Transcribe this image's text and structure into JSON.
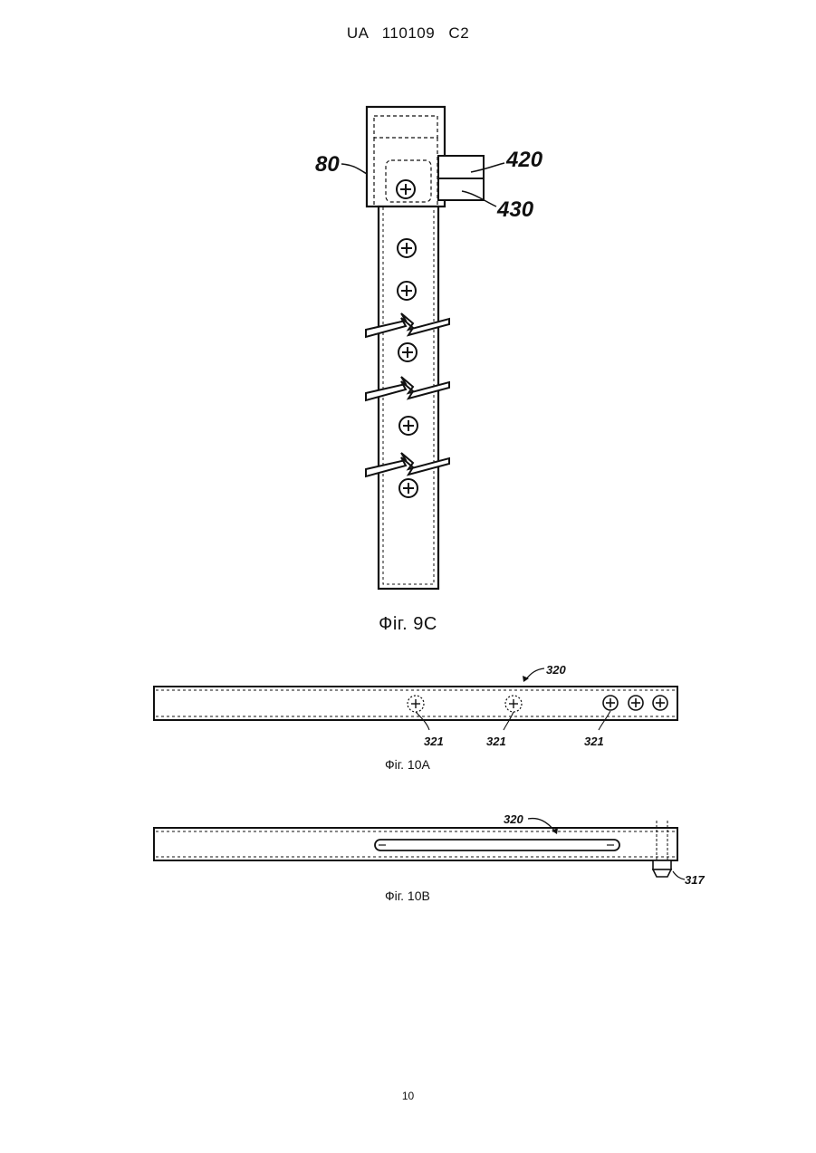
{
  "header": {
    "text": "UA   110109   C2"
  },
  "figure_9c": {
    "caption": "Фіг. 9С",
    "labels": {
      "ref_80": "80",
      "ref_420": "420",
      "ref_430": "430"
    }
  },
  "figure_10a": {
    "caption": "Фіг. 10А",
    "labels": {
      "ref_320": "320",
      "ref_321_a": "321",
      "ref_321_b": "321",
      "ref_321_c": "321"
    }
  },
  "figure_10b": {
    "caption": "Фіг. 10В",
    "labels": {
      "ref_320": "320",
      "ref_317": "317"
    }
  },
  "footer": {
    "page_number": "10"
  }
}
